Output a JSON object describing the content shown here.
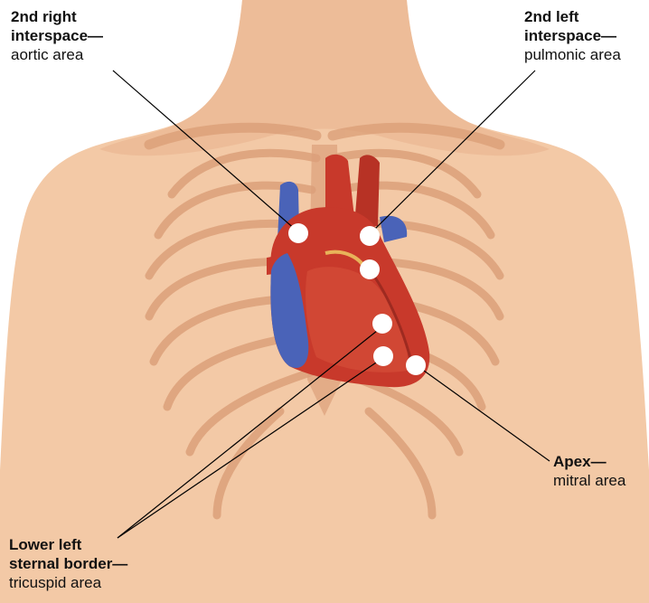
{
  "labels": {
    "aortic": {
      "title_line1": "2nd right",
      "title_line2": "interspace—",
      "subtitle": "aortic area"
    },
    "pulmonic": {
      "title_line1": "2nd left",
      "title_line2": "interspace—",
      "subtitle": "pulmonic area"
    },
    "apex": {
      "title_line1": "Apex—",
      "subtitle": "mitral area"
    },
    "tricuspid": {
      "title_line1": "Lower left",
      "title_line2": "sternal border—",
      "subtitle": "tricuspid area"
    }
  },
  "colors": {
    "skin": "#f3c9a6",
    "skin_shadow": "#e2a77f",
    "rib": "#d99b74",
    "heart_red": "#c8392b",
    "heart_dark": "#9e2a20",
    "vein_blue": "#4a63b8",
    "marker": "#ffffff",
    "leader_line": "#000000"
  }
}
